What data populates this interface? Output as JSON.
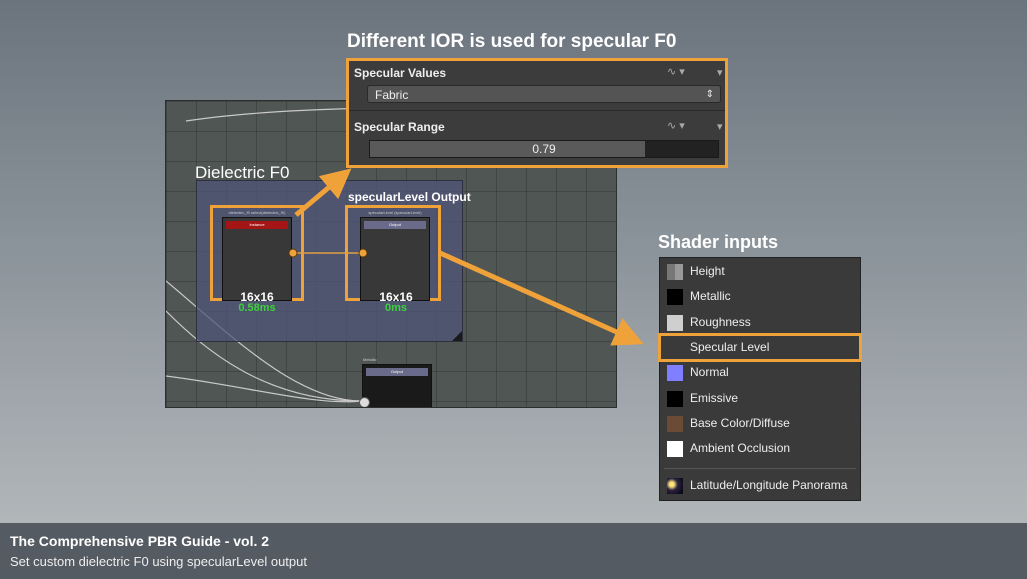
{
  "annotations": {
    "top_title": "Different IOR is used for specular F0",
    "frame_title": "Dielectric F0",
    "output_title": "specularLevel Output",
    "shader_title": "Shader inputs"
  },
  "nodes": {
    "dielectric": {
      "header_label": "Instance",
      "sub_label": "dielectric_f0 select(dielectric_f0)",
      "size": "16x16",
      "time": "0.58ms"
    },
    "specular_output": {
      "header_label": "Output",
      "sub_label": "specularLevel (specularLevel)",
      "size": "16x16",
      "time": "0ms"
    },
    "metallic_output": {
      "header_label": "Output",
      "sub_label": "Metallic"
    }
  },
  "param_panel": {
    "specular_values_label": "Specular Values",
    "dropdown_value": "Fabric",
    "specular_range_label": "Specular Range",
    "slider_value": "0.79",
    "slider_fraction": 0.79
  },
  "shader_inputs": {
    "items": [
      {
        "label": "Height",
        "swatch": "#8a8a8a"
      },
      {
        "label": "Metallic",
        "swatch": "#000000"
      },
      {
        "label": "Roughness",
        "swatch": "#cfcfcf"
      },
      {
        "label": "Specular Level",
        "swatch": "#3a3a3a",
        "highlighted": true
      },
      {
        "label": "Normal",
        "swatch": "#7f7fff"
      },
      {
        "label": "Emissive",
        "swatch": "#000000"
      },
      {
        "label": "Base Color/Diffuse",
        "swatch": "#6b4a36"
      },
      {
        "label": "Ambient Occlusion",
        "swatch": "#ffffff"
      }
    ],
    "extra_item": "Latitude/Longitude Panorama"
  },
  "footer": {
    "title": "The Comprehensive PBR Guide - vol. 2",
    "subtitle": "Set custom dielectric F0 using specularLevel output"
  },
  "colors": {
    "highlight": "#f0a23a",
    "time_green": "#3ed03e"
  }
}
